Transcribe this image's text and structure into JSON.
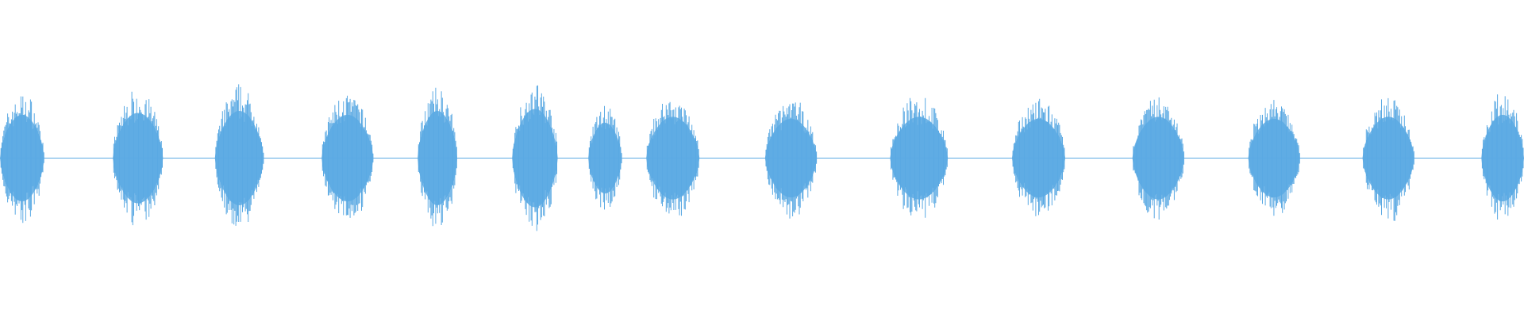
{
  "waveform": {
    "color": "#5aa9e3",
    "background": "#ffffff",
    "baseline_amplitude": 0.003,
    "bursts": [
      {
        "start": 0.0,
        "end": 0.029,
        "peak": 0.44
      },
      {
        "start": 0.074,
        "end": 0.107,
        "peak": 0.46
      },
      {
        "start": 0.141,
        "end": 0.173,
        "peak": 0.48
      },
      {
        "start": 0.211,
        "end": 0.245,
        "peak": 0.44
      },
      {
        "start": 0.274,
        "end": 0.3,
        "peak": 0.48
      },
      {
        "start": 0.336,
        "end": 0.366,
        "peak": 0.5
      },
      {
        "start": 0.386,
        "end": 0.408,
        "peak": 0.36
      },
      {
        "start": 0.424,
        "end": 0.459,
        "peak": 0.42
      },
      {
        "start": 0.502,
        "end": 0.536,
        "peak": 0.4
      },
      {
        "start": 0.584,
        "end": 0.622,
        "peak": 0.42
      },
      {
        "start": 0.664,
        "end": 0.699,
        "peak": 0.4
      },
      {
        "start": 0.743,
        "end": 0.777,
        "peak": 0.42
      },
      {
        "start": 0.819,
        "end": 0.853,
        "peak": 0.4
      },
      {
        "start": 0.894,
        "end": 0.928,
        "peak": 0.42
      },
      {
        "start": 0.972,
        "end": 1.0,
        "peak": 0.44
      }
    ]
  }
}
